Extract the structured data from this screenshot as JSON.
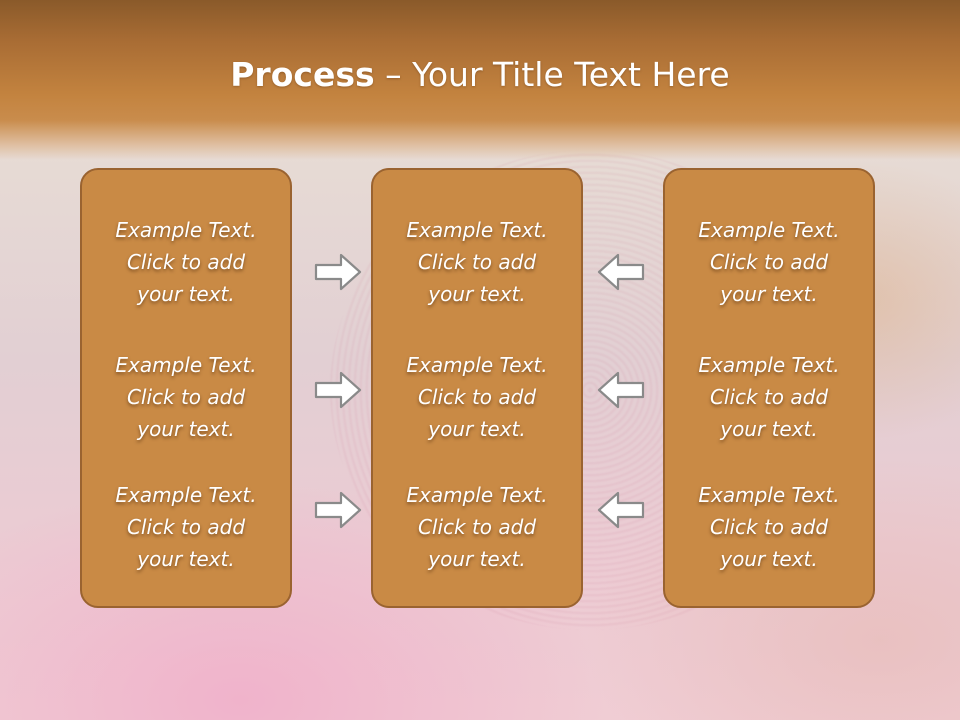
{
  "title": {
    "bold": "Process",
    "rest": " – Your Title Text Here"
  },
  "columns": [
    {
      "items": [
        {
          "line1": "Example Text.",
          "line2": "Click  to add",
          "line3": "your text."
        },
        {
          "line1": "Example Text.",
          "line2": "Click  to add",
          "line3": "your text."
        },
        {
          "line1": "Example Text.",
          "line2": "Click  to add",
          "line3": "your text."
        }
      ]
    },
    {
      "items": [
        {
          "line1": "Example Text.",
          "line2": "Click  to add",
          "line3": "your text."
        },
        {
          "line1": "Example Text.",
          "line2": "Click  to add",
          "line3": "your text."
        },
        {
          "line1": "Example Text.",
          "line2": "Click  to add",
          "line3": "your text."
        }
      ]
    },
    {
      "items": [
        {
          "line1": "Example Text.",
          "line2": "Click  to add",
          "line3": "your text."
        },
        {
          "line1": "Example Text.",
          "line2": "Click  to add",
          "line3": "your text."
        },
        {
          "line1": "Example Text.",
          "line2": "Click  to add",
          "line3": "your text."
        }
      ]
    }
  ],
  "arrows": {
    "left_to_middle": [
      "arrow-right-icon",
      "arrow-right-icon",
      "arrow-right-icon"
    ],
    "right_to_middle": [
      "arrow-left-icon",
      "arrow-left-icon",
      "arrow-left-icon"
    ]
  },
  "colors": {
    "header": "#c3833f",
    "box_fill": "#c98a45",
    "box_border": "#9a6330",
    "arrow_fill": "#ffffff",
    "arrow_stroke": "#8a8a8a"
  }
}
